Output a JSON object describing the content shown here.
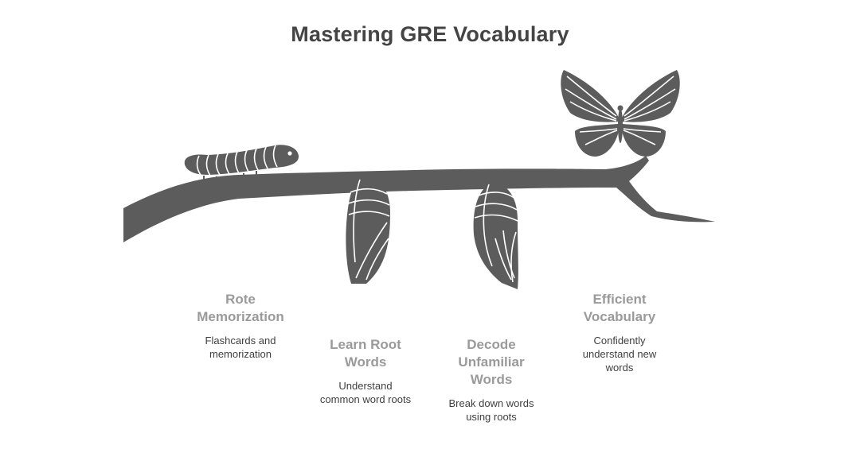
{
  "title": "Mastering GRE Vocabulary",
  "colors": {
    "ink": "#5c5c5c",
    "stage_title": "#9a9a9a",
    "description": "#404040",
    "title": "#444444"
  },
  "icons": [
    "branch",
    "caterpillar-icon",
    "chrysalis-icon",
    "chrysalis-open-icon",
    "butterfly-icon"
  ],
  "stages": [
    {
      "title": "Rote\nMemorization",
      "description": "Flashcards and\nmemorization",
      "icon": "caterpillar-icon"
    },
    {
      "title": "Learn Root\nWords",
      "description": "Understand\ncommon word roots",
      "icon": "chrysalis-icon"
    },
    {
      "title": "Decode\nUnfamiliar\nWords",
      "description": "Break down words\nusing roots",
      "icon": "chrysalis-open-icon"
    },
    {
      "title": "Efficient\nVocabulary",
      "description": "Confidently\nunderstand new\nwords",
      "icon": "butterfly-icon"
    }
  ]
}
